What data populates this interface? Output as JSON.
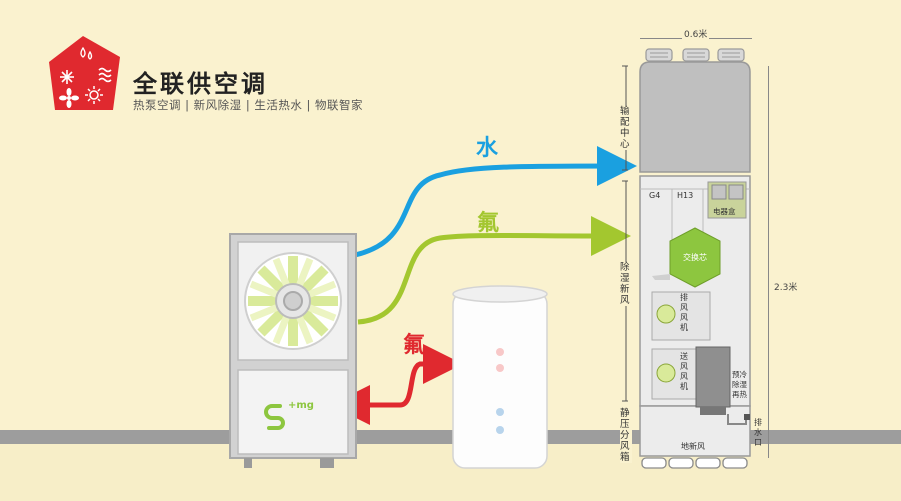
{
  "brand": {
    "name": "全联供空调",
    "tagline": "热泵空调 | 新风除湿 | 生活热水 | 物联智家",
    "logo_color": "#e0292f",
    "logo_icons": [
      "water-drop-icon",
      "snowflake-icon",
      "wave-icon",
      "fan-icon",
      "sun-icon"
    ]
  },
  "flows": {
    "water": {
      "label": "水",
      "color": "#1aa0e0"
    },
    "refrigerant_top": {
      "label": "氟",
      "color": "#a3c72f"
    },
    "refrigerant_bottom": {
      "label": "氟",
      "color": "#e0292f"
    }
  },
  "outdoor_unit": {
    "badge": "+mg",
    "badge_color": "#8dc63f"
  },
  "indoor_unit": {
    "width_label": "0.6米",
    "height_label": "2.3米",
    "sections": {
      "distribution": "输配中心",
      "dehumid": "除湿新风",
      "static": "静压分风箱"
    },
    "filters": {
      "g4": "G4",
      "h13": "H13"
    },
    "components": {
      "electric_box": "电器盒",
      "exchanger": "交换芯",
      "exhaust_fan": "排风风机",
      "supply_fan": "送风风机",
      "precool": "预冷除湿再热",
      "floor_air": "地新风",
      "drain": "排水口"
    }
  },
  "colors": {
    "background": "#faf2cf",
    "floor": "#9d9d9d",
    "green": "#8dc63f"
  }
}
